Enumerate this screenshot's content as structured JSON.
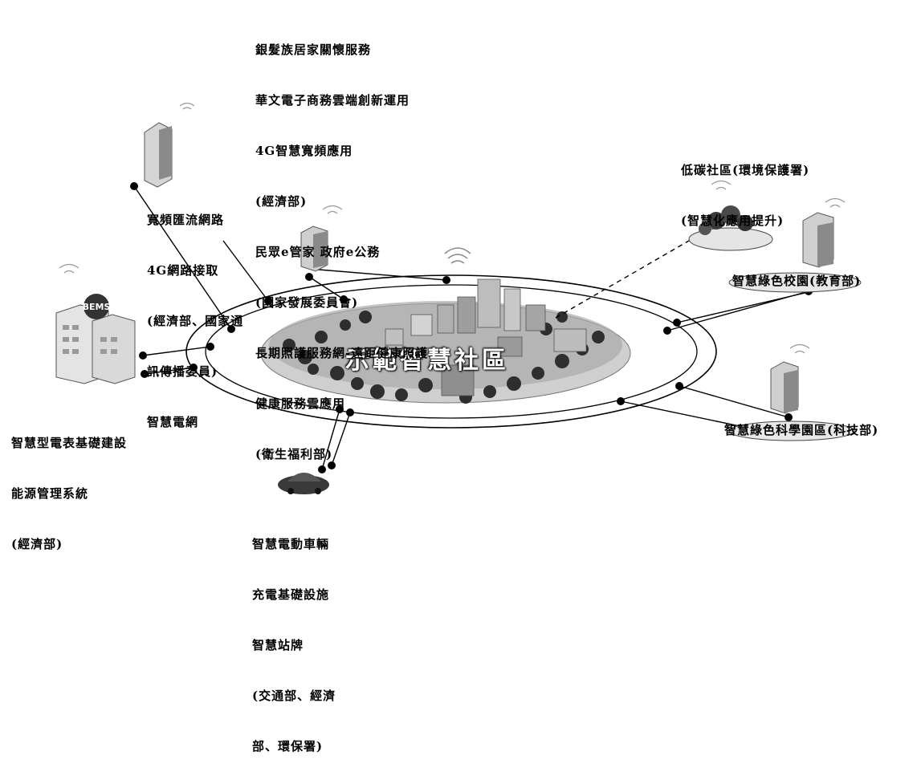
{
  "center": {
    "title": "示範智慧社區"
  },
  "groups": {
    "top": {
      "lines": [
        "銀髮族居家關懷服務",
        "華文電子商務雲端創新運用",
        "4G智慧寬頻應用",
        "(經濟部)",
        "民眾e管家 政府e公務",
        "(國家發展委員會)",
        "長期照護服務網-遠距健康照護",
        "健康服務雲應用",
        "(衛生福利部)"
      ]
    },
    "broadband": {
      "lines": [
        "寬頻匯流網路",
        "4G網路接取",
        "(經濟部、國家通",
        "訊傳播委員)",
        "智慧電網"
      ]
    },
    "low_carbon": {
      "lines": [
        "低碳社區(環境保護署)",
        "(智慧化應用提升)"
      ]
    },
    "green_campus": {
      "label": "智慧綠色校園(教育部)"
    },
    "science_park": {
      "label": "智慧綠色科學園區(科技部)"
    },
    "meter": {
      "lines": [
        "智慧型電表基礎建設",
        "能源管理系統",
        "(經濟部)"
      ]
    },
    "ev": {
      "lines": [
        "智慧電動車輛",
        "充電基礎設施",
        "智慧站牌",
        "(交通部、經濟",
        "部、環保署)"
      ]
    },
    "bems_badge": "BEMS"
  }
}
